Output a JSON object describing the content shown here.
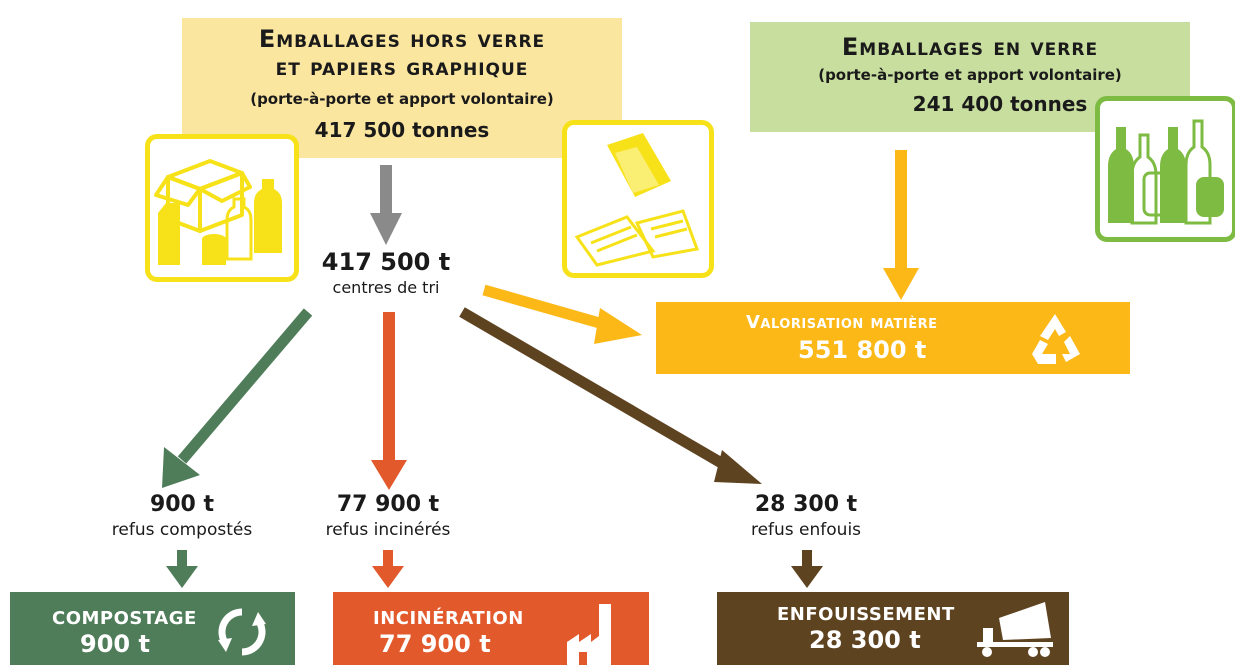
{
  "sources": {
    "non_glass": {
      "title_line1": "Emballages hors verre",
      "title_line2": "et papiers graphique",
      "subtitle": "(porte-à-porte et apport volontaire)",
      "tonnes": "417 500 tonnes"
    },
    "glass": {
      "title": "Emballages en verre",
      "subtitle": "(porte-à-porte et apport volontaire)",
      "tonnes": "241 400 tonnes"
    }
  },
  "sorting_center": {
    "value": "417 500 t",
    "label": "centres de tri"
  },
  "refus": {
    "composted": {
      "value": "900 t",
      "label": "refus compostés"
    },
    "incinerated": {
      "value": "77 900 t",
      "label": "refus incinérés"
    },
    "landfilled": {
      "value": "28 300 t",
      "label": "refus enfouis"
    }
  },
  "destinations": {
    "valorisation": {
      "title": "Valorisation matière",
      "value": "551 800 t",
      "icon": "recycle-icon"
    },
    "compostage": {
      "title": "COMPOSTAGE",
      "value": "900 t",
      "icon": "compost-cycle-icon"
    },
    "incineration": {
      "title": "INCINÉRATION",
      "value": "77 900 t",
      "icon": "factory-icon"
    },
    "enfouissement": {
      "title": "ENFOUISSEMENT",
      "value": "28 300 t",
      "icon": "dump-truck-icon"
    }
  },
  "colors": {
    "nonglass_bg": "#fbe6a0",
    "glass_bg": "#c7de9e",
    "valorisation": "#fbb817",
    "compostage": "#4f7d5a",
    "incineration": "#e2592b",
    "enfouissement": "#5e4320",
    "gray_arrow": "#8a8a8a",
    "yellow_frame": "#f7e21a",
    "green_frame": "#7dbb42"
  }
}
